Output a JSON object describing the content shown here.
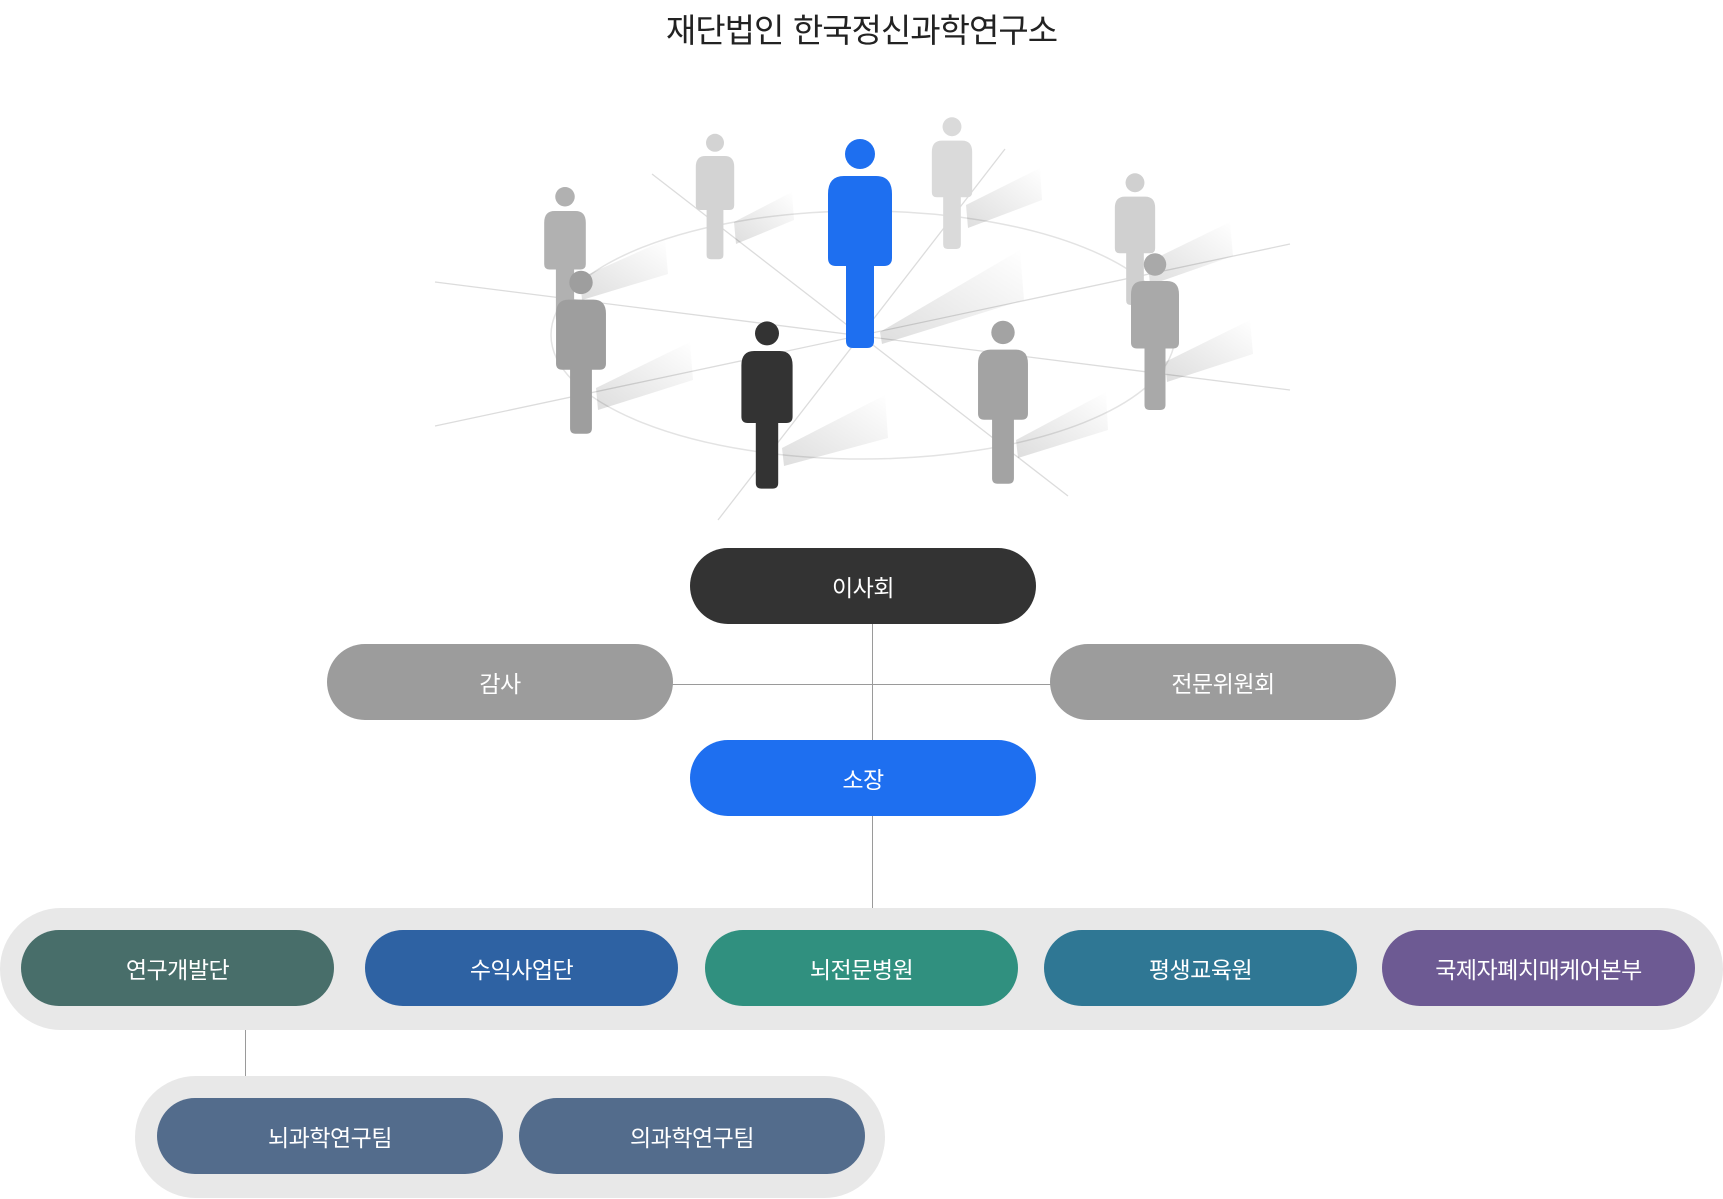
{
  "title": "재단법인 한국정신과학연구소",
  "colors": {
    "board": "#333333",
    "advisory": "#9c9c9c",
    "director": "#1e6ff0",
    "band_bg": "#e8e8e8",
    "connector": "#9a9a9a"
  },
  "illustration": {
    "figures": [
      {
        "id": "center",
        "color": "#1e6ff0",
        "icon": "person-icon"
      },
      {
        "id": "front-dark",
        "color": "#333333",
        "icon": "person-icon"
      },
      {
        "id": "left-front",
        "color": "#9e9e9e",
        "icon": "person-icon"
      },
      {
        "id": "left-back",
        "color": "#b1b1b1",
        "icon": "person-icon"
      },
      {
        "id": "back-left",
        "color": "#d3d3d3",
        "icon": "person-icon"
      },
      {
        "id": "back-right",
        "color": "#dadada",
        "icon": "person-icon"
      },
      {
        "id": "right-back",
        "color": "#d0d0d0",
        "icon": "person-icon"
      },
      {
        "id": "right-front",
        "color": "#a9a9a9",
        "icon": "person-icon"
      },
      {
        "id": "front-right",
        "color": "#a3a3a3",
        "icon": "person-icon"
      }
    ]
  },
  "org": {
    "board": "이사회",
    "auditor": "감사",
    "committee": "전문위원회",
    "director": "소장",
    "divisions": [
      {
        "label": "연구개발단",
        "color": "#486e6a"
      },
      {
        "label": "수익사업단",
        "color": "#2e62a3"
      },
      {
        "label": "뇌전문병원",
        "color": "#30907f"
      },
      {
        "label": "평생교육원",
        "color": "#2f7794"
      },
      {
        "label": "국제자폐치매케어본부",
        "color": "#6d5a93"
      }
    ],
    "teams": [
      {
        "label": "뇌과학연구팀",
        "color": "#536c8c"
      },
      {
        "label": "의과학연구팀",
        "color": "#536c8c"
      }
    ]
  }
}
